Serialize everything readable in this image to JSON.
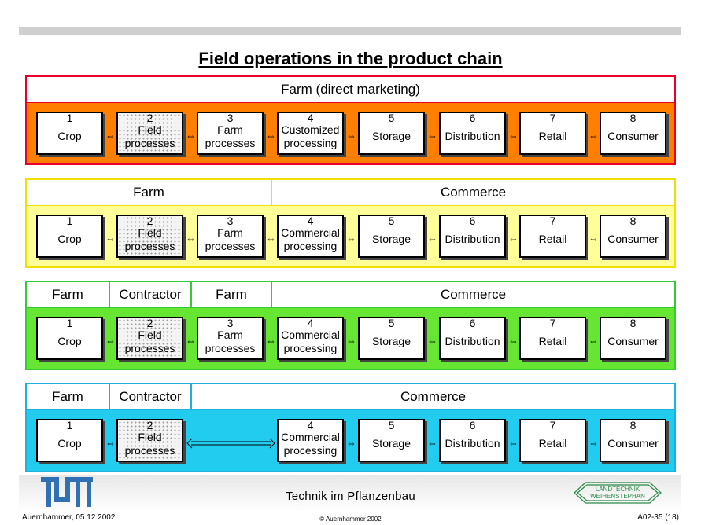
{
  "title": "Field operations in the product chain",
  "rows": [
    {
      "id": "row1",
      "color": "#ff8000",
      "border": "#e8002a",
      "headers": [
        {
          "label": "Farm (direct marketing)"
        }
      ],
      "boxes": [
        {
          "num": "1",
          "text": "Crop"
        },
        {
          "num": "2",
          "text": "Field processes"
        },
        {
          "num": "3",
          "text": "Farm processes"
        },
        {
          "num": "4",
          "text": "Customized processing"
        },
        {
          "num": "5",
          "text": "Storage"
        },
        {
          "num": "6",
          "text": "Distribution"
        },
        {
          "num": "7",
          "text": "Retail"
        },
        {
          "num": "8",
          "text": "Consumer"
        }
      ]
    },
    {
      "id": "row2",
      "color": "#ffff99",
      "border": "#f0e000",
      "headers": [
        {
          "label": "Farm"
        },
        {
          "label": "Commerce"
        }
      ],
      "boxes": [
        {
          "num": "1",
          "text": "Crop"
        },
        {
          "num": "2",
          "text": "Field processes"
        },
        {
          "num": "3",
          "text": "Farm processes"
        },
        {
          "num": "4",
          "text": "Commercial processing"
        },
        {
          "num": "5",
          "text": "Storage"
        },
        {
          "num": "6",
          "text": "Distribution"
        },
        {
          "num": "7",
          "text": "Retail"
        },
        {
          "num": "8",
          "text": "Consumer"
        }
      ]
    },
    {
      "id": "row3",
      "color": "#66e633",
      "border": "#33cc33",
      "headers": [
        {
          "label": "Farm"
        },
        {
          "label": "Contractor"
        },
        {
          "label": "Farm"
        },
        {
          "label": "Commerce"
        }
      ],
      "boxes": [
        {
          "num": "1",
          "text": "Crop"
        },
        {
          "num": "2",
          "text": "Field processes"
        },
        {
          "num": "3",
          "text": "Farm processes"
        },
        {
          "num": "4",
          "text": "Commercial processing"
        },
        {
          "num": "5",
          "text": "Storage"
        },
        {
          "num": "6",
          "text": "Distribution"
        },
        {
          "num": "7",
          "text": "Retail"
        },
        {
          "num": "8",
          "text": "Consumer"
        }
      ]
    },
    {
      "id": "row4",
      "color": "#22ccee",
      "border": "#1fb0dd",
      "headers": [
        {
          "label": "Farm"
        },
        {
          "label": "Contractor"
        },
        {
          "label": "Commerce"
        }
      ],
      "boxes": [
        {
          "num": "1",
          "text": "Crop"
        },
        {
          "num": "2",
          "text": "Field processes"
        },
        {
          "num": "4",
          "text": "Commercial processing"
        },
        {
          "num": "5",
          "text": "Storage"
        },
        {
          "num": "6",
          "text": "Distribution"
        },
        {
          "num": "7",
          "text": "Retail"
        },
        {
          "num": "8",
          "text": "Consumer"
        }
      ]
    }
  ],
  "arrow_glyph": "⇔",
  "footer": {
    "subtitle": "Technik im Pflanzenbau",
    "author_date": "Auernhammer, 05.12.2002",
    "copyright": "© Auernhammer 2002",
    "page": "A02-35 (18)"
  },
  "logos": {
    "left": "TUM",
    "right_line1": "LANDTECHNIK",
    "right_line2": "WEIHENSTEPHAN"
  }
}
